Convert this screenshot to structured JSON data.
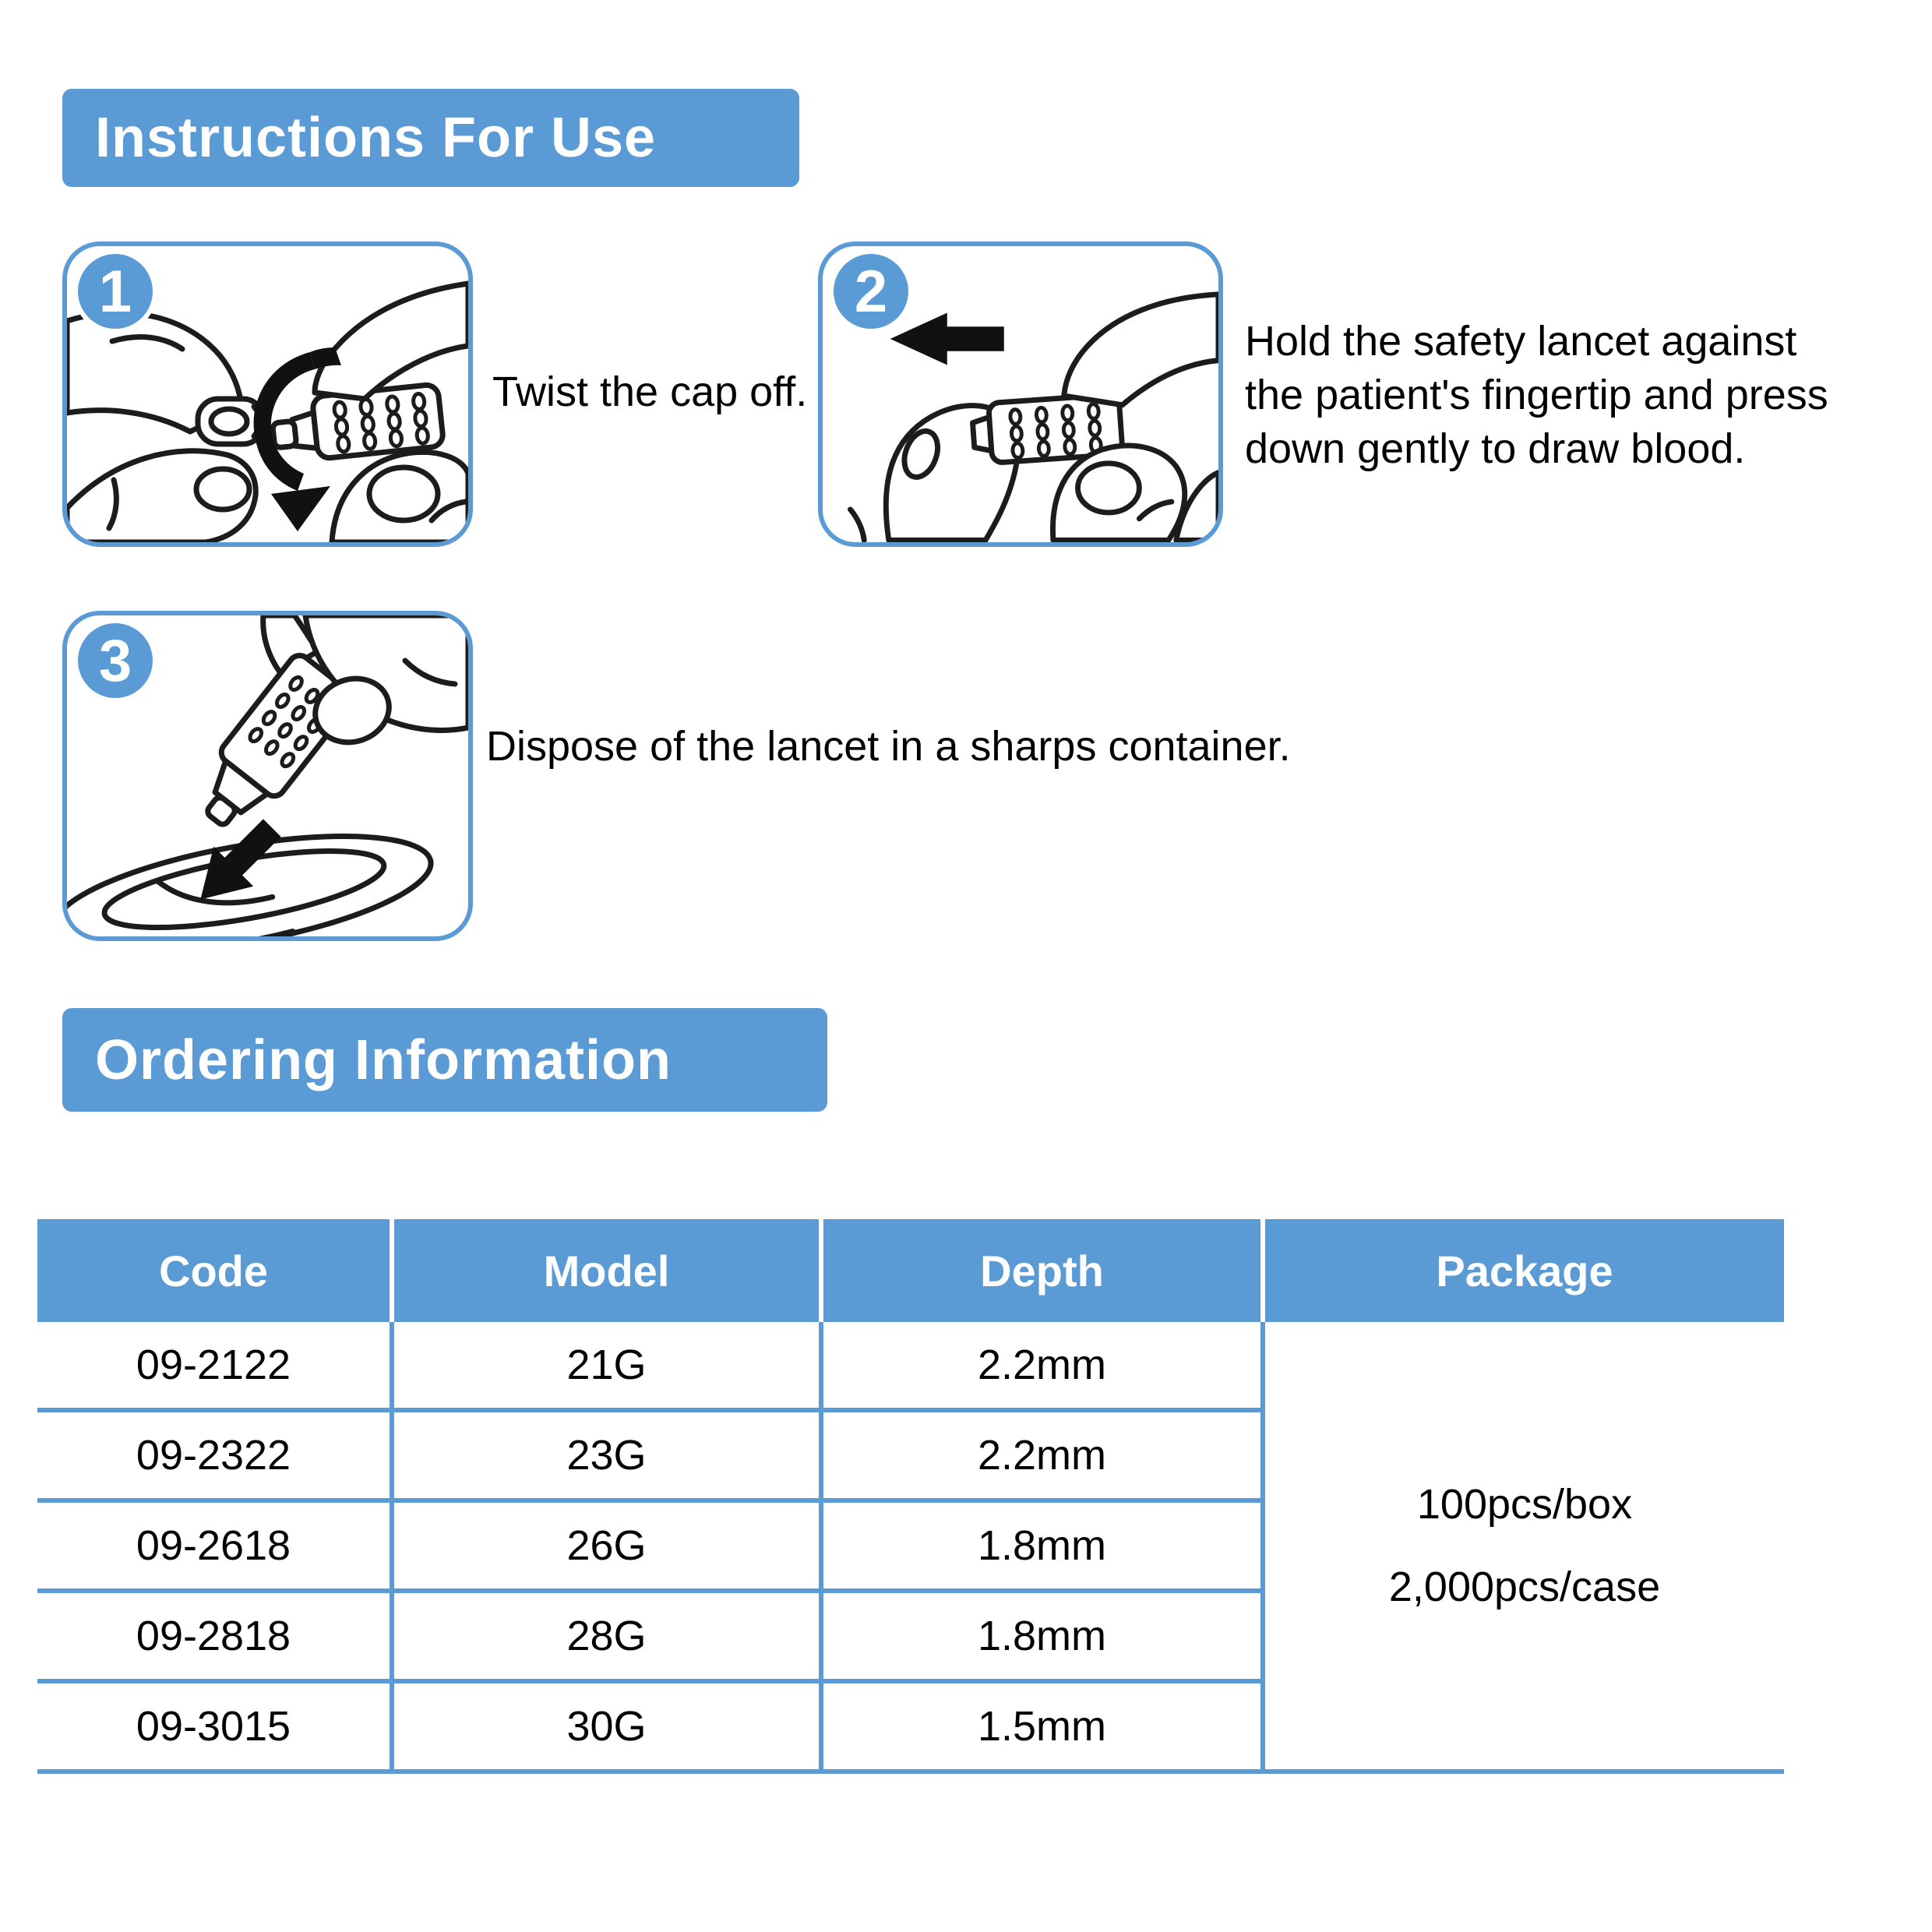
{
  "colors": {
    "accent": "#5b9bd5",
    "table_line": "#5b9bd5",
    "text": "#000000",
    "arrow": "#111111"
  },
  "instructions": {
    "title": "Instructions For Use",
    "steps": [
      {
        "number": "1",
        "text": "Twist the cap off."
      },
      {
        "number": "2",
        "text": "Hold the safety lancet against\nthe patient's fingertip and press\ndown gently to draw blood."
      },
      {
        "number": "3",
        "text": "Dispose of the lancet in a sharps container."
      }
    ]
  },
  "ordering": {
    "title": "Ordering Information",
    "table": {
      "headers": [
        "Code",
        "Model",
        "Depth",
        "Package"
      ],
      "rows": [
        {
          "code": "09-2122",
          "model": "21G",
          "depth": "2.2mm"
        },
        {
          "code": "09-2322",
          "model": "23G",
          "depth": "2.2mm"
        },
        {
          "code": "09-2618",
          "model": "26G",
          "depth": "1.8mm"
        },
        {
          "code": "09-2818",
          "model": "28G",
          "depth": "1.8mm"
        },
        {
          "code": "09-3015",
          "model": "30G",
          "depth": "1.5mm"
        }
      ],
      "package": "100pcs/box\n2,000pcs/case"
    }
  }
}
